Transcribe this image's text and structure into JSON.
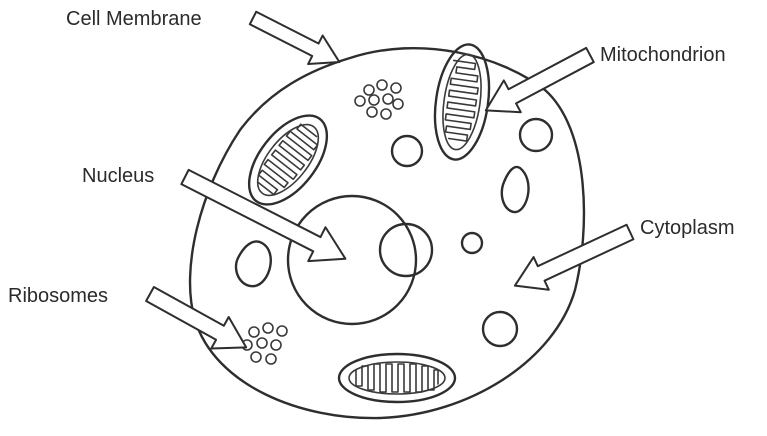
{
  "labels": {
    "cell_membrane": "Cell Membrane",
    "mitochondrion": "Mitochondrion",
    "nucleus": "Nucleus",
    "cytoplasm": "Cytoplasm",
    "ribosomes": "Ribosomes"
  },
  "colors": {
    "ink": "#2e2e2e",
    "background": "#ffffff"
  }
}
